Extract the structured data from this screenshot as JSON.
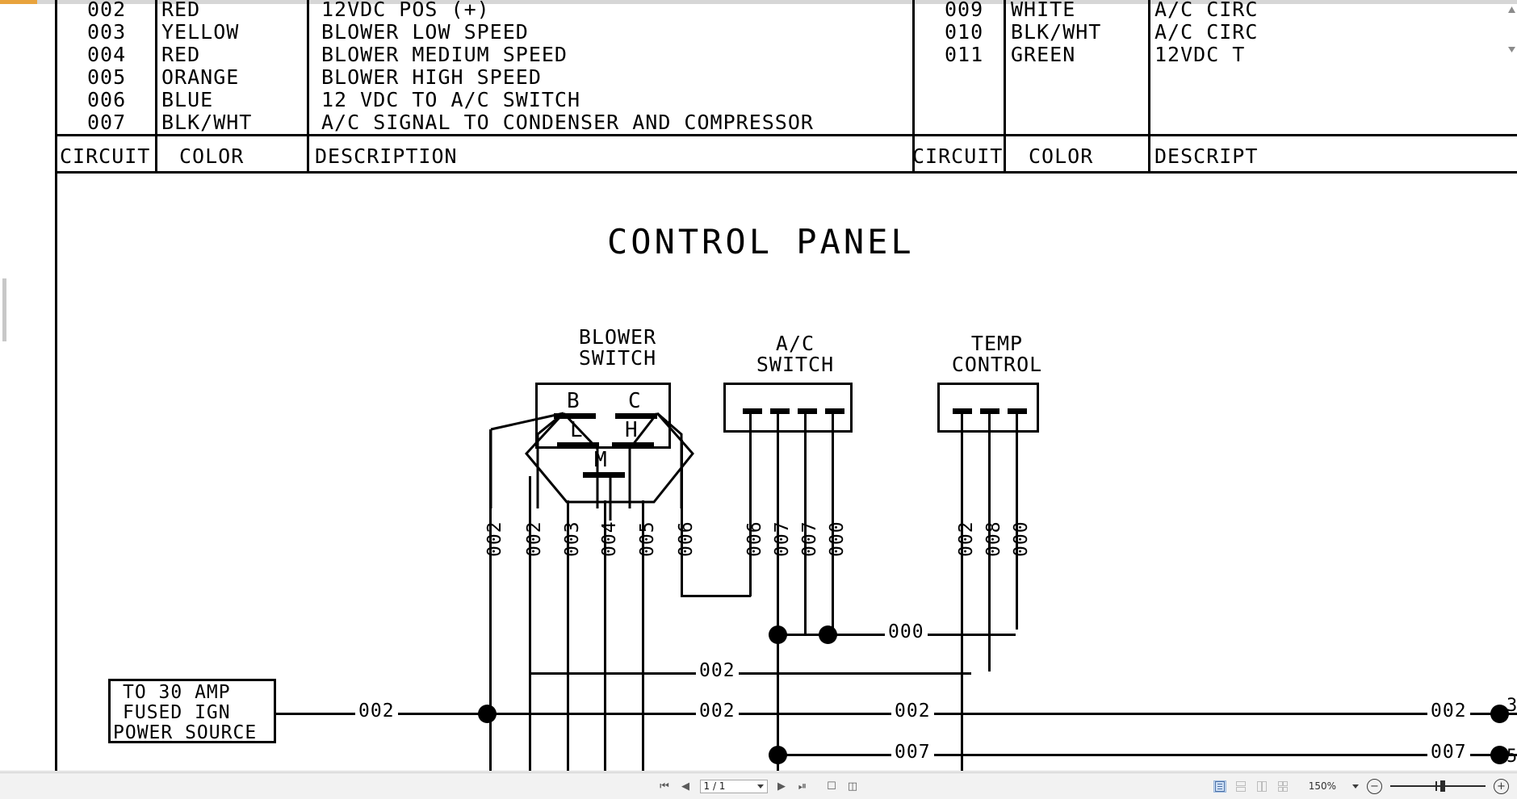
{
  "document": {
    "title": "CONTROL PANEL",
    "tables": {
      "left": {
        "headers": [
          "CIRCUIT",
          "COLOR",
          "DESCRIPTION"
        ],
        "rows": [
          {
            "circuit": "002",
            "color": "RED",
            "description": "12VDC POS (+)"
          },
          {
            "circuit": "003",
            "color": "YELLOW",
            "description": "BLOWER LOW SPEED"
          },
          {
            "circuit": "004",
            "color": "RED",
            "description": "BLOWER MEDIUM SPEED"
          },
          {
            "circuit": "005",
            "color": "ORANGE",
            "description": "BLOWER HIGH SPEED"
          },
          {
            "circuit": "006",
            "color": "BLUE",
            "description": "12 VDC TO A/C SWITCH"
          },
          {
            "circuit": "007",
            "color": "BLK/WHT",
            "description": "A/C SIGNAL TO CONDENSER AND COMPRESSOR"
          }
        ]
      },
      "right": {
        "headers": [
          "CIRCUIT",
          "COLOR",
          "DESCRIPT"
        ],
        "rows": [
          {
            "circuit": "009",
            "color": "WHITE",
            "description": "A/C CIRC"
          },
          {
            "circuit": "010",
            "color": "BLK/WHT",
            "description": "A/C CIRC"
          },
          {
            "circuit": "011",
            "color": "GREEN",
            "description": "12VDC T"
          }
        ]
      }
    },
    "components": {
      "blower_switch": {
        "label": "BLOWER\nSWITCH",
        "terminals": [
          "B",
          "C",
          "L",
          "H",
          "M"
        ],
        "wires": [
          "002",
          "002",
          "003",
          "004",
          "005",
          "006"
        ]
      },
      "ac_switch": {
        "label": "A/C\nSWITCH",
        "terminal_count": 4,
        "wires": [
          "006",
          "007",
          "007",
          "000"
        ]
      },
      "temp_control": {
        "label": "TEMP\nCONTROL",
        "terminal_count": 3,
        "wires": [
          "002",
          "008",
          "000"
        ]
      },
      "power_source": {
        "label": "TO 30 AMP\nFUSED IGN\nPOWER SOURCE",
        "line1": "TO 30 AMP",
        "line2": "FUSED IGN",
        "line3": "POWER SOURCE"
      }
    },
    "bus_labels": {
      "ground_000": "000",
      "bus_002_upper": "002",
      "bus_002_from_source": "002",
      "bus_002_mid": "002",
      "bus_002_right": "002",
      "bus_002_far_right": "002",
      "bus_007": "007",
      "bus_007_right": "007"
    }
  },
  "viewer": {
    "page_indicator": "1 / 1",
    "zoom_level": "150%",
    "nav": {
      "first_page": "first-page",
      "prev_page": "previous-page",
      "next_page": "next-page",
      "last_page": "last-page",
      "single_page": "single-page-view",
      "facing_page": "facing-page-view"
    },
    "view_modes": [
      "single-page",
      "continuous",
      "two-up",
      "two-up-continuous"
    ],
    "active_view_mode": "single-page",
    "zoom_out": "−",
    "zoom_in": "+"
  },
  "colors": {
    "ink": "#000000",
    "paper": "#ffffff",
    "toolbar_bg": "#f2f2f2",
    "scroll_thumb": "#c2c2c2",
    "accent": "#e8a33d",
    "active_view": "#cfe0f5"
  }
}
